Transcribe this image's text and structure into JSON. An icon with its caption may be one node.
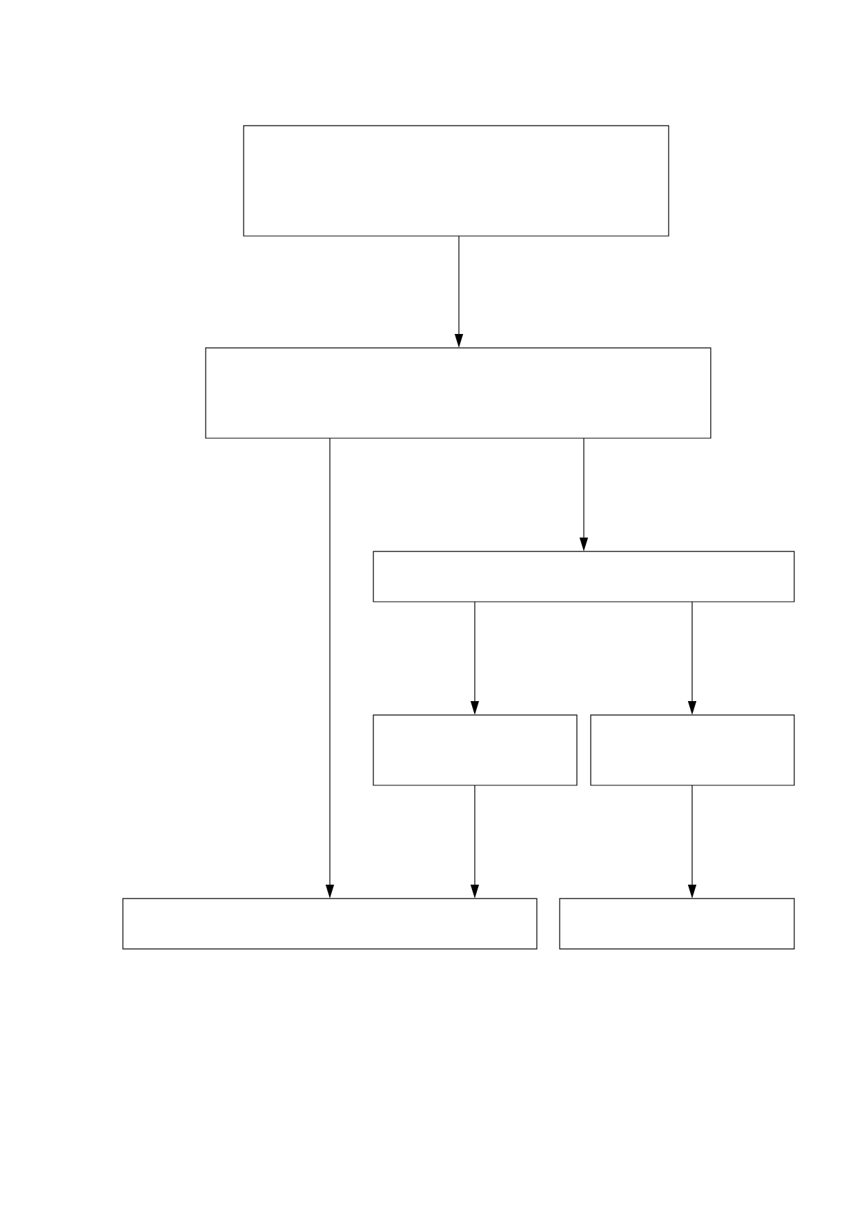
{
  "diagram": {
    "nodes": [
      {
        "text": [],
        "shape": "box"
      },
      {
        "text": [],
        "shape": "box"
      },
      {
        "text": [],
        "shape": "box"
      },
      {
        "text": [],
        "shape": "box"
      },
      {
        "text": [],
        "shape": "box"
      },
      {
        "text": [],
        "shape": "box"
      },
      {
        "text": [],
        "shape": "box"
      }
    ],
    "edges": [
      {
        "from": 0,
        "to": 1,
        "arrow": "to"
      },
      {
        "from": 1,
        "to": 5,
        "arrow": "to"
      },
      {
        "from": 1,
        "to": 2,
        "arrow": "to"
      },
      {
        "from": 2,
        "to": 3,
        "arrow": "to"
      },
      {
        "from": 2,
        "to": 4,
        "arrow": "to"
      },
      {
        "from": 3,
        "to": 5,
        "arrow": "to"
      },
      {
        "from": 4,
        "to": 6,
        "arrow": "to"
      }
    ]
  }
}
